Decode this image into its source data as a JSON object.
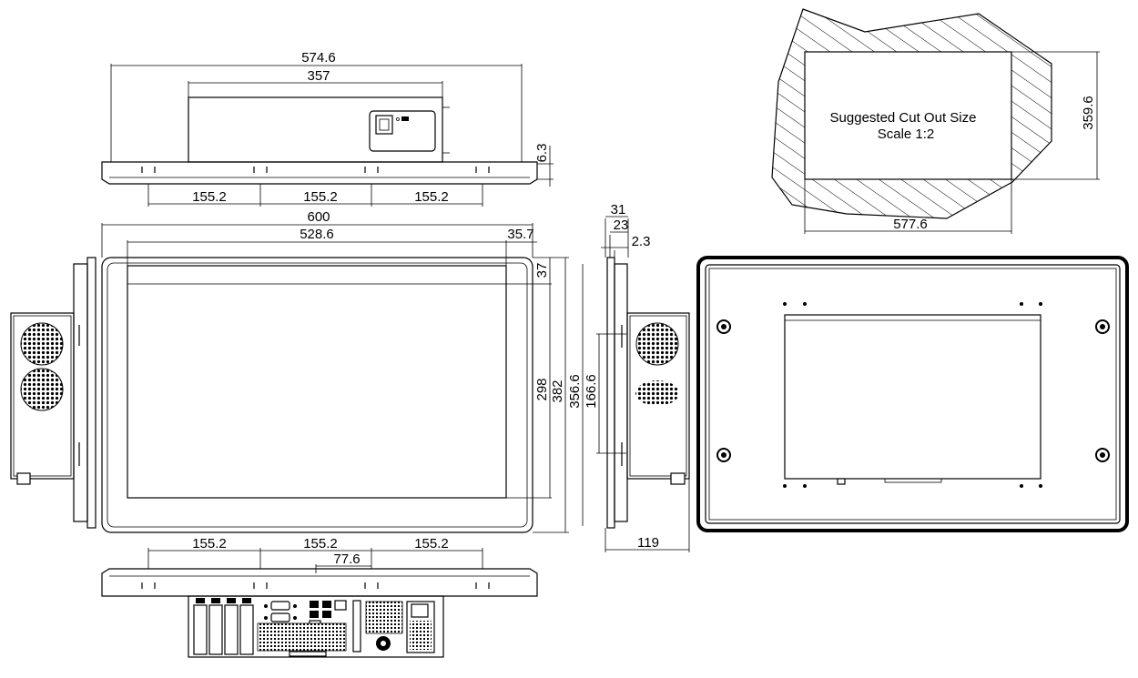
{
  "top_view": {
    "dim_overall": "574.6",
    "dim_box": "357",
    "dim_flange": "6.3",
    "dim_pitch_1": "155.2",
    "dim_pitch_2": "155.2",
    "dim_pitch_3": "155.2"
  },
  "cutout": {
    "label_line1": "Suggested Cut Out Size",
    "label_line2": "Scale 1:2",
    "dim_width": "577.6",
    "dim_height": "359.6"
  },
  "front_view": {
    "dim_width": "600",
    "dim_active": "528.6",
    "dim_right": "35.7",
    "dim_top": "37",
    "dim_active_h": "298",
    "dim_h1": "382",
    "dim_h2": "356.6"
  },
  "side_view": {
    "dim_31": "31",
    "dim_23": "23",
    "dim_2_3": "2.3",
    "dim_166": "166.6",
    "dim_depth": "119"
  },
  "bottom_view": {
    "dim_pitch_1": "155.2",
    "dim_pitch_2": "155.2",
    "dim_pitch_3": "155.2",
    "dim_half": "77.6"
  }
}
